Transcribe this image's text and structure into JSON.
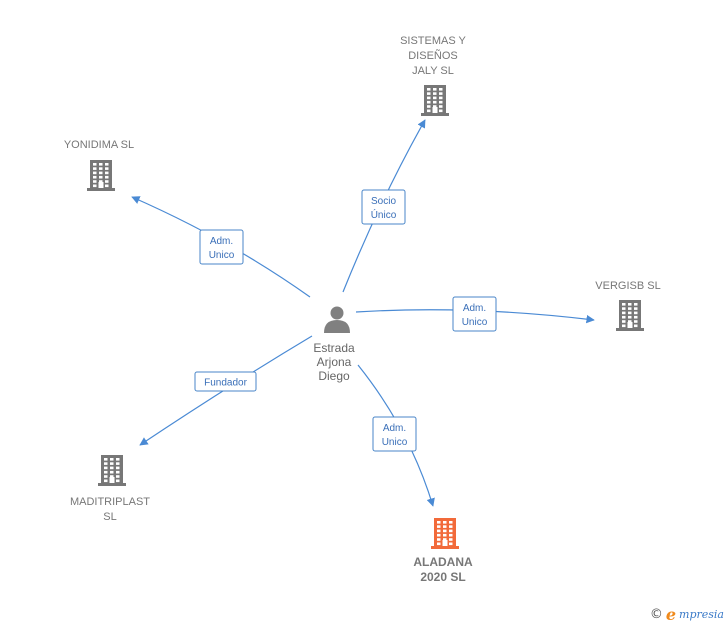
{
  "center": {
    "name": "Estrada Arjona Diego",
    "lines": [
      "Estrada",
      "Arjona",
      "Diego"
    ],
    "icon": "person-icon"
  },
  "companies": [
    {
      "id": "sistemas",
      "lines": [
        "SISTEMAS Y",
        "DISEÑOS",
        "JALY  SL"
      ],
      "icon": "building-icon",
      "color": "#777777",
      "main": false
    },
    {
      "id": "yonidima",
      "lines": [
        "YONIDIMA  SL"
      ],
      "icon": "building-icon",
      "color": "#777777",
      "main": false
    },
    {
      "id": "vergisb",
      "lines": [
        "VERGISB  SL"
      ],
      "icon": "building-icon",
      "color": "#777777",
      "main": false
    },
    {
      "id": "maditriplast",
      "lines": [
        "MADITRIPLAST",
        "SL"
      ],
      "icon": "building-icon",
      "color": "#777777",
      "main": false
    },
    {
      "id": "aladana",
      "lines": [
        "ALADANA",
        "2020  SL"
      ],
      "icon": "building-icon",
      "color": "#f26a3a",
      "main": true
    }
  ],
  "edges": [
    {
      "to": "sistemas",
      "lines": [
        "Socio",
        "Único"
      ]
    },
    {
      "to": "yonidima",
      "lines": [
        "Adm.",
        "Unico"
      ]
    },
    {
      "to": "vergisb",
      "lines": [
        "Adm.",
        "Unico"
      ]
    },
    {
      "to": "maditriplast",
      "lines": [
        "Fundador"
      ]
    },
    {
      "to": "aladana",
      "lines": [
        "Adm.",
        "Unico"
      ]
    }
  ],
  "colors": {
    "edge": "#4a8ad4",
    "label_text": "#3a6fb8"
  },
  "footer": {
    "copyright": "©",
    "brand_initial": "e",
    "brand_rest": "mpresia"
  }
}
